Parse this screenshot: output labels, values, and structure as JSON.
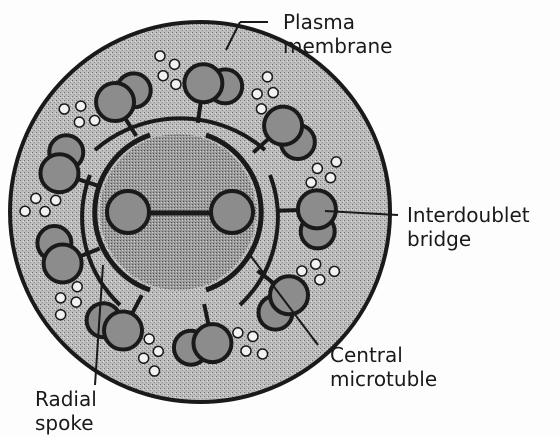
{
  "labels": {
    "plasma_membrane": {
      "line1": "Plasma",
      "line2": "membrane"
    },
    "interdoublet_bridge": {
      "line1": "Interdoublet",
      "line2": "bridge"
    },
    "central_microtuble": {
      "line1": "Central",
      "line2": "microtuble"
    },
    "radial_spoke": {
      "line1": "Radial",
      "line2": "spoke"
    }
  },
  "colors": {
    "ink": "#1a1a1a",
    "shaded_fill": "#b4b4b4",
    "tubule_fill": "#8c8c8c",
    "dot_fill": "#f2f2f2"
  }
}
